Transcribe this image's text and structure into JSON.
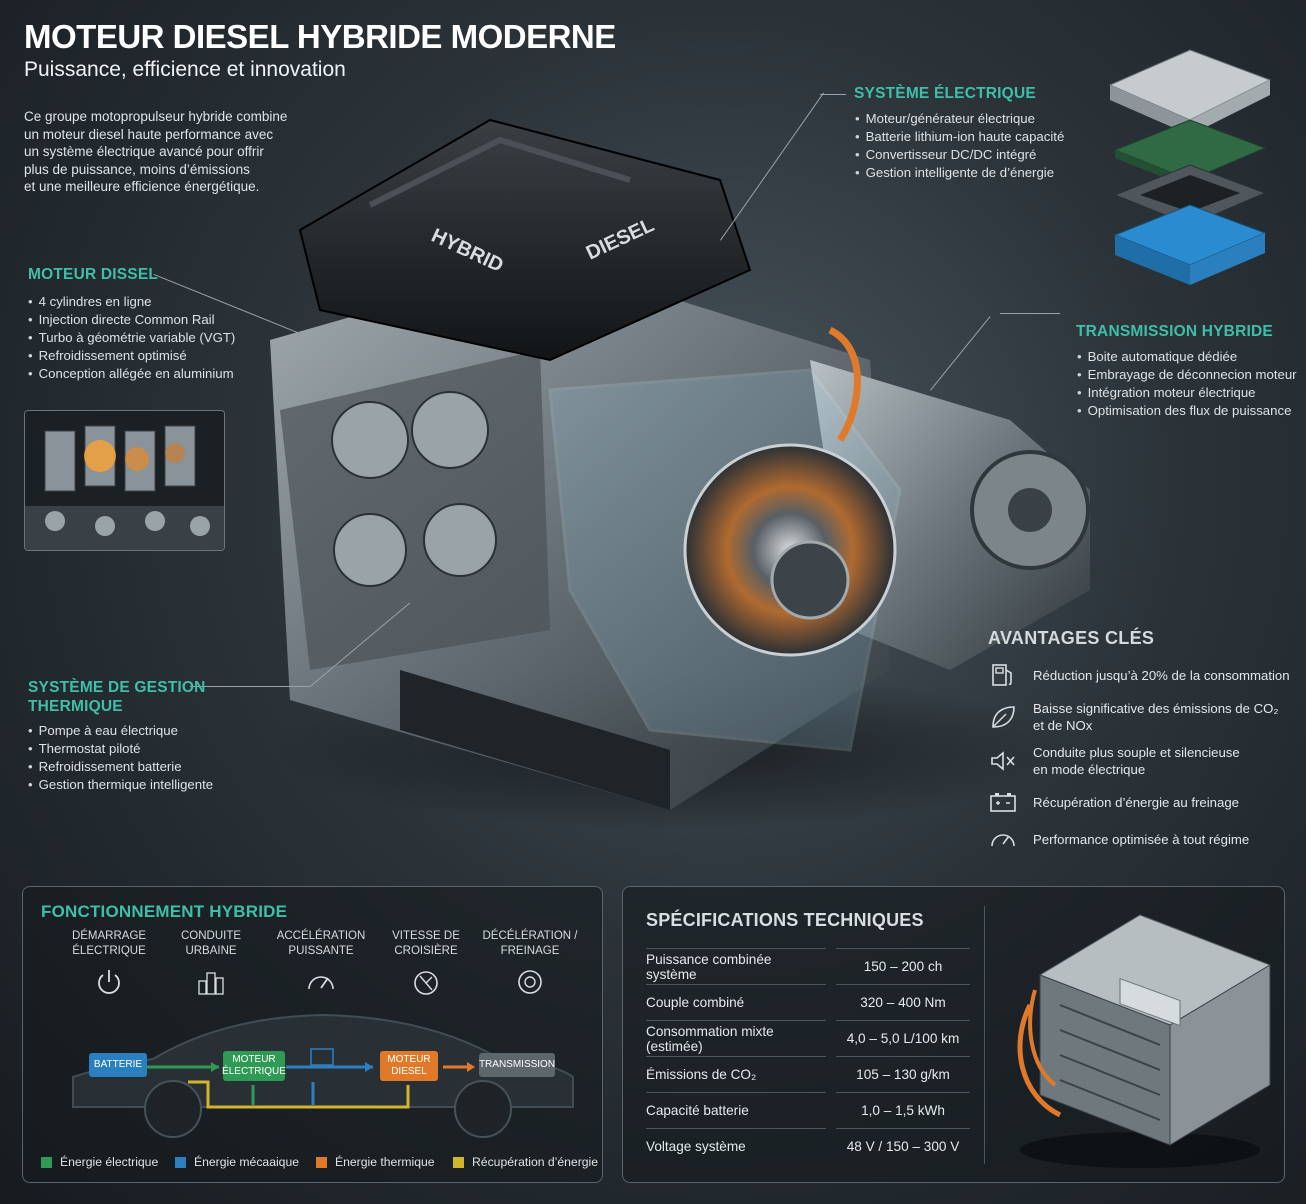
{
  "header": {
    "title": "MOTEUR DIESEL HYBRIDE MODERNE",
    "subtitle": "Puissance, efficience et innovation",
    "intro": [
      "Ce groupe motopropulseur hybride combine",
      "un moteur diesel haute performance avec",
      "un système électrique avancé pour offrir",
      "plus de puissance, moins d’émissions",
      "et une meilleure efficience énergétique."
    ]
  },
  "engine_labels": {
    "cover_left": "HYBRID",
    "cover_right": "DIESEL"
  },
  "sections": {
    "diesel": {
      "title": "MOTEUR DISSEL",
      "items": [
        "4 cylindres en ligne",
        "Injection directe Common Rail",
        "Turbo à géométrie variable (VGT)",
        "Refroidissement optimisé",
        "Conception allégée en aluminium"
      ]
    },
    "thermal": {
      "title_line1": "SYSTÈME DE GESTION",
      "title_line2": "THERMIQUE",
      "items": [
        "Pompe à eau électrique",
        "Thermostat piloté",
        "Refroidissement batterie",
        "Gestion thermique intelligente"
      ]
    },
    "electric": {
      "title": "SYSTÈME ÉLECTRIQUE",
      "items": [
        "Moteur/générateur électrique",
        "Batterie lithium-ion haute capacité",
        "Convertisseur DC/DC intégré",
        "Gestion intelligente de d’énergie"
      ]
    },
    "transmission": {
      "title": "TRANSMISSION HYBRIDE",
      "items": [
        "Boite automatique dédiée",
        "Embrayage de déconnecion moteur",
        "Intégration moteur électrique",
        "Optimisation des flux de puissance"
      ]
    }
  },
  "advantages": {
    "title": "AVANTAGES CLÉS",
    "items": [
      {
        "icon": "fuel-pump-icon",
        "line1": "Réduction jusqu’à 20% de la consommation",
        "line2": ""
      },
      {
        "icon": "leaf-icon",
        "line1": "Baisse significative des émissions de CO₂",
        "line2": "et de NOx"
      },
      {
        "icon": "speaker-mute-icon",
        "line1": "Conduite plus souple et silencieuse",
        "line2": "en mode électrique"
      },
      {
        "icon": "battery-icon",
        "line1": "Récupération d’énergie au freinage",
        "line2": ""
      },
      {
        "icon": "gauge-icon",
        "line1": "Performance optimisée à tout régime",
        "line2": ""
      }
    ]
  },
  "hybrid_operation": {
    "title": "FONCTIONNEMENT HYBRIDE",
    "modes": [
      {
        "line1": "DÉMARRAGE",
        "line2": "ÉLECTRIQUE",
        "icon": "power-icon"
      },
      {
        "line1": "CONDUITE",
        "line2": "URBAINE",
        "icon": "city-icon"
      },
      {
        "line1": "ACCÉLÉRATION",
        "line2": "PUISSANTE",
        "icon": "speedometer-icon"
      },
      {
        "line1": "VITESSE DE",
        "line2": "CROISIÈRE",
        "icon": "cruise-gauge-icon"
      },
      {
        "line1": "DÉCÉLÉRATION /",
        "line2": "FREINAGE",
        "icon": "brake-icon"
      }
    ],
    "flow": {
      "battery": "BATTERIE",
      "motor_line1": "MOTEUR",
      "motor_line2": "ÉLECTRIQUE",
      "diesel_line1": "MOTEUR",
      "diesel_line2": "DIESEL",
      "transmission": "TRANSMISSION"
    },
    "legend": [
      {
        "label": "Énergie électrique",
        "color": "#2e9a55"
      },
      {
        "label": "Énergie mécaaique",
        "color": "#2d7fc2"
      },
      {
        "label": "Énergie thermique",
        "color": "#e07a2a"
      },
      {
        "label": "Récupération d’énergie",
        "color": "#d2b52a"
      }
    ]
  },
  "specs": {
    "title": "SPÉCIFICATIONS TECHNIQUES",
    "rows": [
      {
        "label": "Puissance combinée système",
        "value": "150 – 200 ch"
      },
      {
        "label": "Couple combiné",
        "value": "320 – 400 Nm"
      },
      {
        "label": "Consommation mixte (estimée)",
        "value": "4,0 – 5,0 L/100 km"
      },
      {
        "label": "Émissions de CO₂",
        "value": "105 – 130 g/km"
      },
      {
        "label": "Capacité batterie",
        "value": "1,0 – 1,5 kWh"
      },
      {
        "label": "Voltage système",
        "value": "48 V / 150 – 300 V"
      }
    ]
  },
  "colors": {
    "accent": "#3fbfa8",
    "electric": "#2e9a55",
    "mechanical": "#2d7fc2",
    "thermal": "#e07a2a",
    "recovery": "#d2b52a"
  }
}
